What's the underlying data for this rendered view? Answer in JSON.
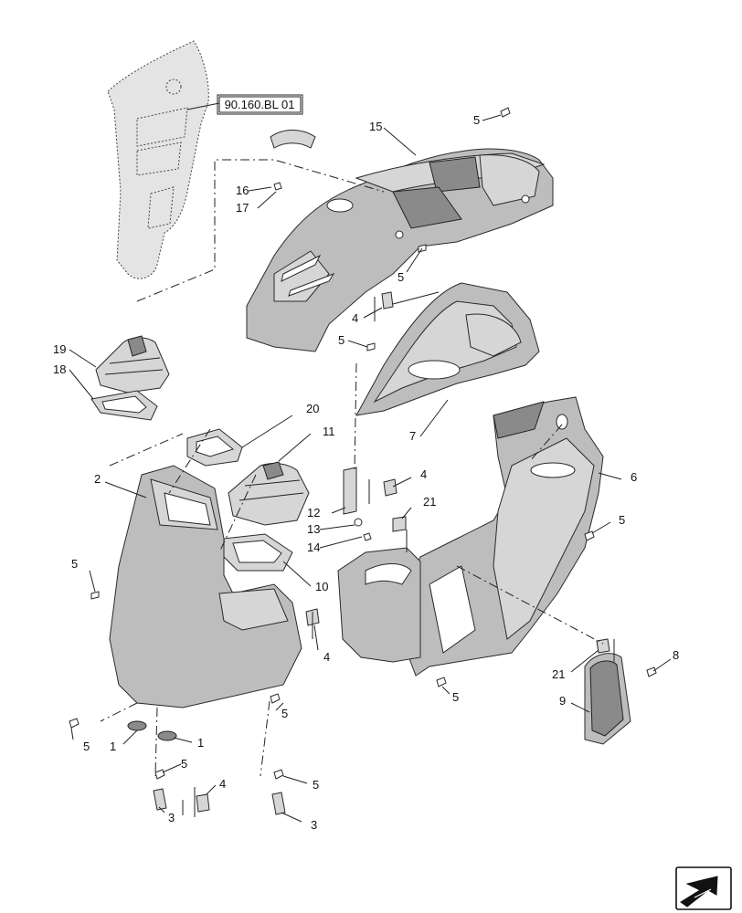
{
  "figure": {
    "reference_code": "90.160.BL 01",
    "callouts": [
      {
        "id": "c5a",
        "label": "5"
      },
      {
        "id": "c15",
        "label": "15"
      },
      {
        "id": "c16",
        "label": "16"
      },
      {
        "id": "c17",
        "label": "17"
      },
      {
        "id": "c5b",
        "label": "5"
      },
      {
        "id": "c4a",
        "label": "4"
      },
      {
        "id": "c5c",
        "label": "5"
      },
      {
        "id": "c19",
        "label": "19"
      },
      {
        "id": "c18",
        "label": "18"
      },
      {
        "id": "c7",
        "label": "7"
      },
      {
        "id": "c20",
        "label": "20"
      },
      {
        "id": "c11",
        "label": "11"
      },
      {
        "id": "c2",
        "label": "2"
      },
      {
        "id": "c4b",
        "label": "4"
      },
      {
        "id": "c6",
        "label": "6"
      },
      {
        "id": "c12",
        "label": "12"
      },
      {
        "id": "c21a",
        "label": "21"
      },
      {
        "id": "c13",
        "label": "13"
      },
      {
        "id": "c5d",
        "label": "5"
      },
      {
        "id": "c14",
        "label": "14"
      },
      {
        "id": "c5e",
        "label": "5"
      },
      {
        "id": "c10",
        "label": "10"
      },
      {
        "id": "c4c",
        "label": "4"
      },
      {
        "id": "c8",
        "label": "8"
      },
      {
        "id": "c21b",
        "label": "21"
      },
      {
        "id": "c5f",
        "label": "5"
      },
      {
        "id": "c9",
        "label": "9"
      },
      {
        "id": "c5g",
        "label": "5"
      },
      {
        "id": "c5h",
        "label": "5"
      },
      {
        "id": "c1a",
        "label": "1"
      },
      {
        "id": "c1b",
        "label": "1"
      },
      {
        "id": "c5i",
        "label": "5"
      },
      {
        "id": "c4d",
        "label": "4"
      },
      {
        "id": "c5j",
        "label": "5"
      },
      {
        "id": "c3a",
        "label": "3"
      },
      {
        "id": "c3b",
        "label": "3"
      }
    ]
  },
  "navigation": {
    "icon": "page-arrow-icon"
  }
}
